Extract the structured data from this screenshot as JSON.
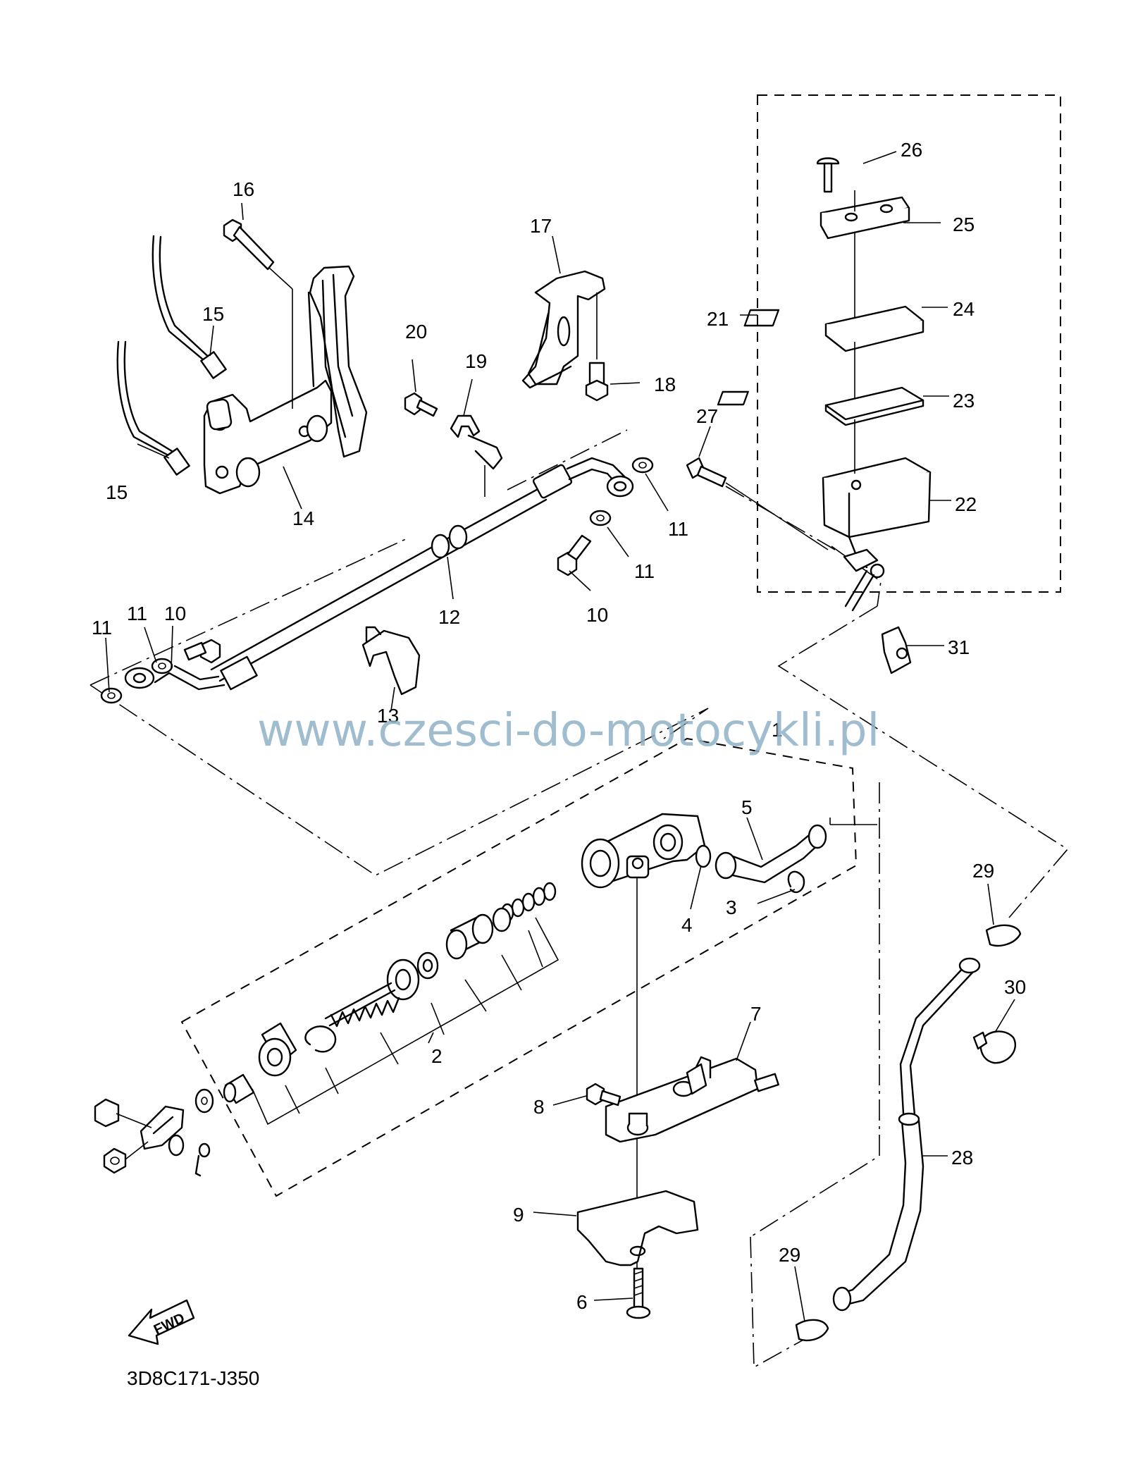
{
  "callouts": {
    "c1": "1",
    "c2": "2",
    "c3": "3",
    "c4": "4",
    "c5": "5",
    "c6": "6",
    "c7": "7",
    "c8": "8",
    "c9": "9",
    "c10a": "10",
    "c10b": "10",
    "c11a": "11",
    "c11b": "11",
    "c11c": "11",
    "c11d": "11",
    "c12": "12",
    "c13": "13",
    "c14": "14",
    "c15a": "15",
    "c15b": "15",
    "c16": "16",
    "c17": "17",
    "c18": "18",
    "c19": "19",
    "c20": "20",
    "c21": "21",
    "c22": "22",
    "c23": "23",
    "c24": "24",
    "c25": "25",
    "c26": "26",
    "c27": "27",
    "c28": "28",
    "c29a": "29",
    "c29b": "29",
    "c30": "30",
    "c31": "31"
  },
  "watermark": "www.czesci-do-motocykli.pl",
  "diagram_code": "3D8C171-J350",
  "fwd_label": "FWD"
}
